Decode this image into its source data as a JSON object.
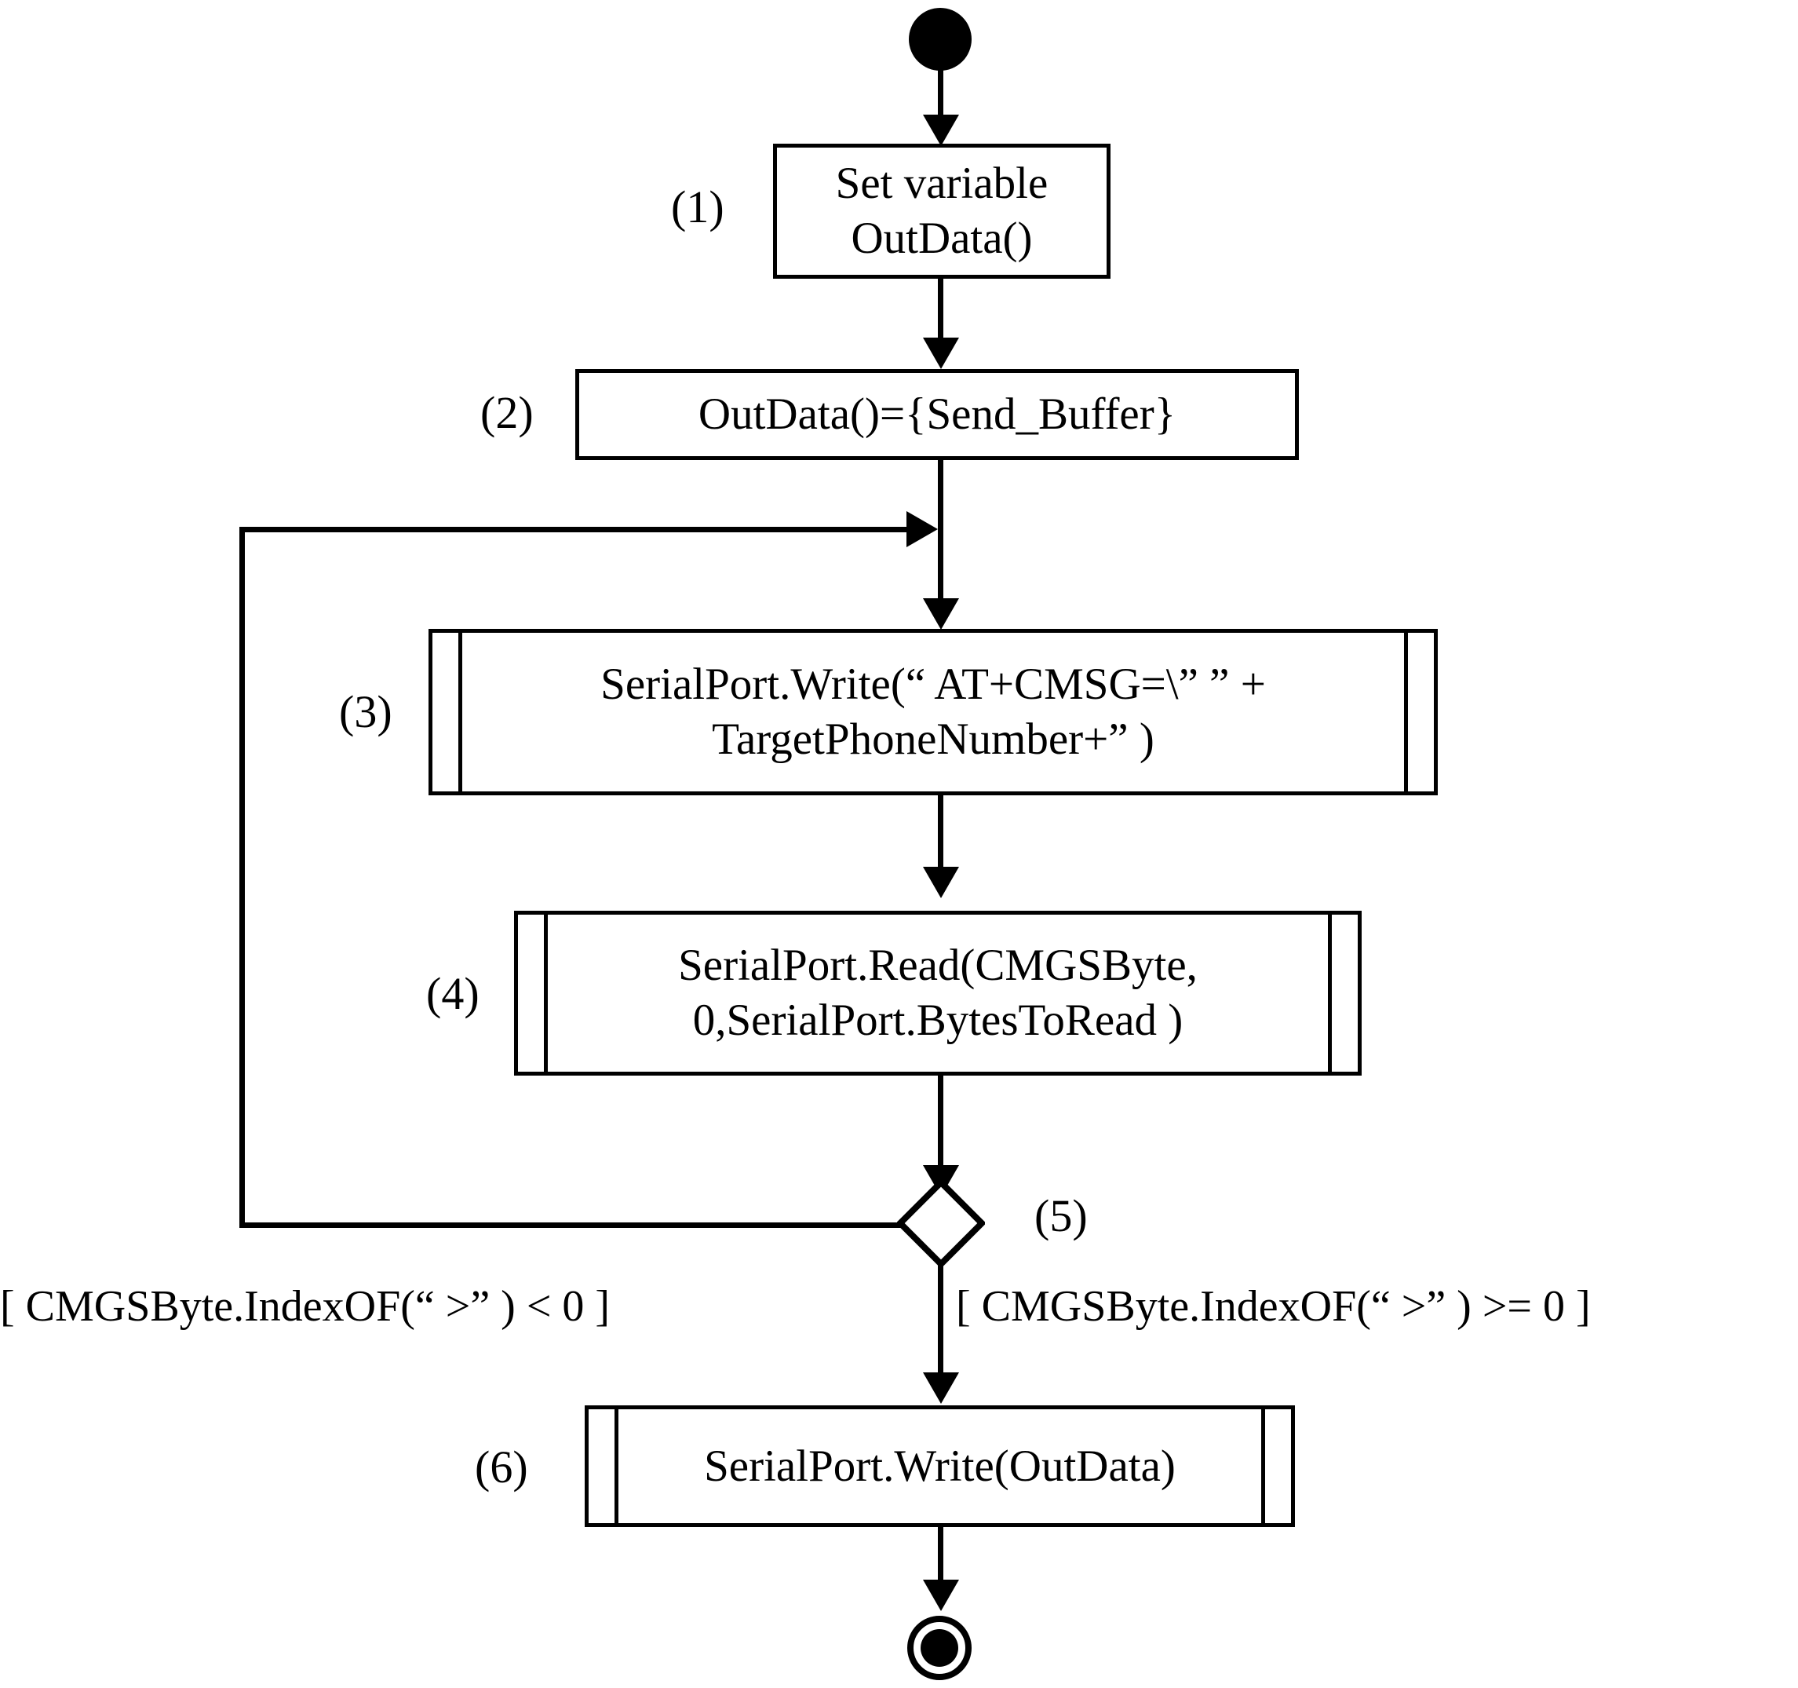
{
  "diagram": {
    "type": "uml-activity-diagram",
    "title": "",
    "background": "#ffffff",
    "stroke": "#000000",
    "nodes": [
      {
        "id": "start",
        "kind": "initial-node",
        "label": ""
      },
      {
        "id": "n1",
        "kind": "action",
        "step": "(1)",
        "text": "Set variable\nOutData()",
        "framed": false
      },
      {
        "id": "n2",
        "kind": "action",
        "step": "(2)",
        "text": "OutData()={Send_Buffer}",
        "framed": false
      },
      {
        "id": "n3",
        "kind": "action",
        "step": "(3)",
        "text": "SerialPort.Write(“  AT+CMSG=\\”  ”  +\nTargetPhoneNumber+”  )",
        "framed": true
      },
      {
        "id": "n4",
        "kind": "action",
        "step": "(4)",
        "text": "SerialPort.Read(CMGSByte,\n0,SerialPort.BytesToRead )",
        "framed": true
      },
      {
        "id": "n5",
        "kind": "decision",
        "step": "(5)",
        "text": ""
      },
      {
        "id": "n6",
        "kind": "action",
        "step": "(6)",
        "text": "SerialPort.Write(OutData)",
        "framed": true
      },
      {
        "id": "end",
        "kind": "final-node",
        "label": ""
      }
    ],
    "guards": {
      "left": "[ CMGSByte.IndexOF(“  >”  ) < 0 ]",
      "right": "[ CMGSByte.IndexOF(“  >”  ) >= 0 ]"
    },
    "edges": [
      {
        "from": "start",
        "to": "n1",
        "guard": ""
      },
      {
        "from": "n1",
        "to": "n2",
        "guard": ""
      },
      {
        "from": "n2",
        "to": "n3",
        "guard": ""
      },
      {
        "from": "n3",
        "to": "n4",
        "guard": ""
      },
      {
        "from": "n4",
        "to": "n5",
        "guard": ""
      },
      {
        "from": "n5",
        "to": "n3",
        "guard": "[ CMGSByte.IndexOF(“  >”  ) < 0 ]"
      },
      {
        "from": "n5",
        "to": "n6",
        "guard": "[ CMGSByte.IndexOF(“  >”  ) >= 0 ]"
      },
      {
        "from": "n6",
        "to": "end",
        "guard": ""
      }
    ]
  }
}
